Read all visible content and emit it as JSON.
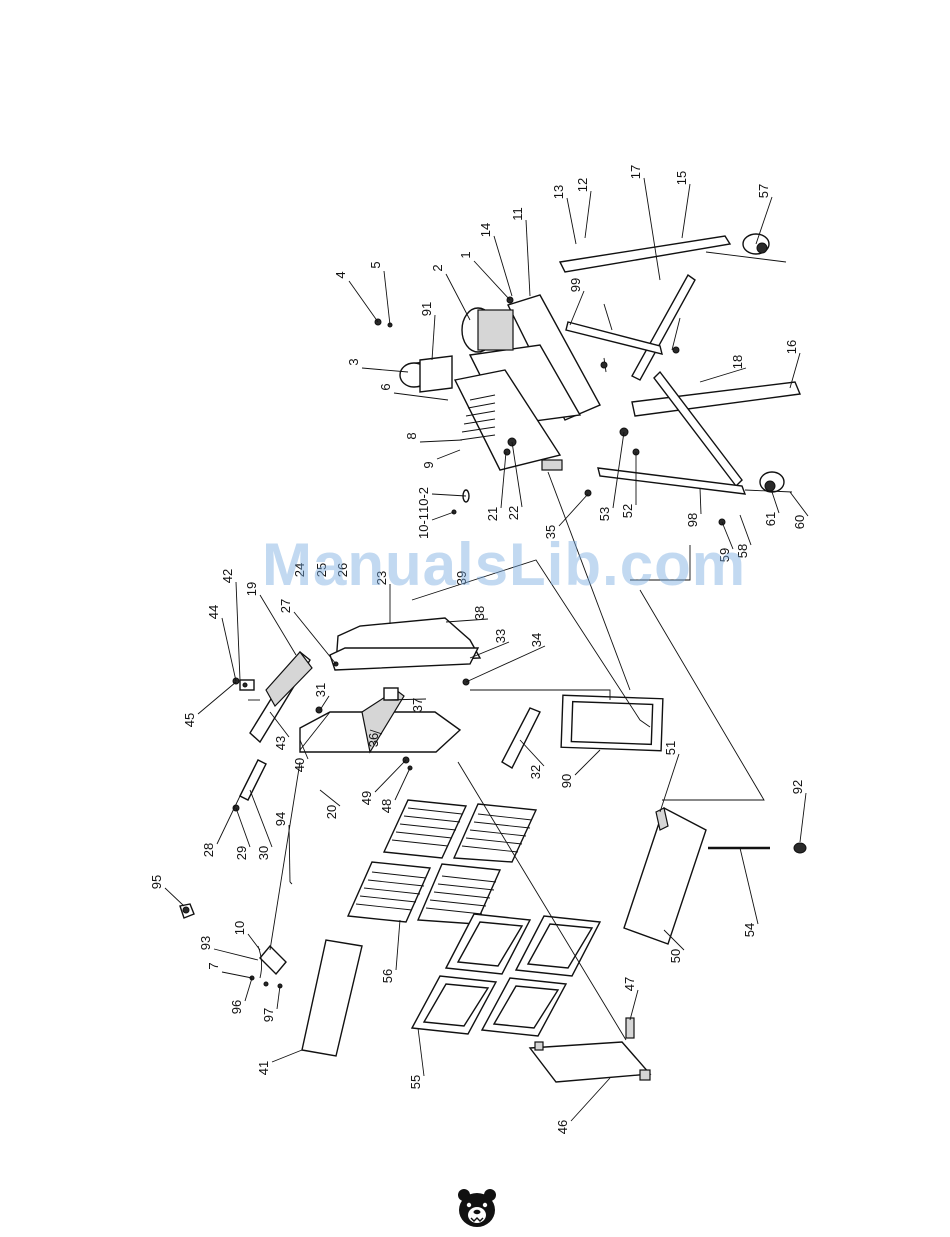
{
  "watermark": "ManualsLib.com",
  "logo": "bear-head-logo",
  "callouts": [
    {
      "id": "c1",
      "text": "1"
    },
    {
      "id": "c2",
      "text": "2"
    },
    {
      "id": "c3",
      "text": "3"
    },
    {
      "id": "c4",
      "text": "4"
    },
    {
      "id": "c5",
      "text": "5"
    },
    {
      "id": "c6",
      "text": "6"
    },
    {
      "id": "c7",
      "text": "7"
    },
    {
      "id": "c8",
      "text": "8"
    },
    {
      "id": "c9",
      "text": "9"
    },
    {
      "id": "c10",
      "text": "10"
    },
    {
      "id": "c10_1",
      "text": "10-1"
    },
    {
      "id": "c10_2",
      "text": "10-2"
    },
    {
      "id": "c11",
      "text": "11"
    },
    {
      "id": "c12",
      "text": "12"
    },
    {
      "id": "c13",
      "text": "13"
    },
    {
      "id": "c14",
      "text": "14"
    },
    {
      "id": "c15",
      "text": "15"
    },
    {
      "id": "c16",
      "text": "16"
    },
    {
      "id": "c17",
      "text": "17"
    },
    {
      "id": "c18",
      "text": "18"
    },
    {
      "id": "c19",
      "text": "19"
    },
    {
      "id": "c20",
      "text": "20"
    },
    {
      "id": "c21",
      "text": "21"
    },
    {
      "id": "c22",
      "text": "22"
    },
    {
      "id": "c23",
      "text": "23"
    },
    {
      "id": "c24",
      "text": "24"
    },
    {
      "id": "c25",
      "text": "25"
    },
    {
      "id": "c26",
      "text": "26"
    },
    {
      "id": "c27",
      "text": "27"
    },
    {
      "id": "c28",
      "text": "28"
    },
    {
      "id": "c29",
      "text": "29"
    },
    {
      "id": "c30",
      "text": "30"
    },
    {
      "id": "c31",
      "text": "31"
    },
    {
      "id": "c32",
      "text": "32"
    },
    {
      "id": "c33",
      "text": "33"
    },
    {
      "id": "c34",
      "text": "34"
    },
    {
      "id": "c35",
      "text": "35"
    },
    {
      "id": "c36",
      "text": "36"
    },
    {
      "id": "c37",
      "text": "37"
    },
    {
      "id": "c38",
      "text": "38"
    },
    {
      "id": "c39",
      "text": "39"
    },
    {
      "id": "c40",
      "text": "40"
    },
    {
      "id": "c41",
      "text": "41"
    },
    {
      "id": "c42",
      "text": "42"
    },
    {
      "id": "c43",
      "text": "43"
    },
    {
      "id": "c44",
      "text": "44"
    },
    {
      "id": "c45",
      "text": "45"
    },
    {
      "id": "c46",
      "text": "46"
    },
    {
      "id": "c47",
      "text": "47"
    },
    {
      "id": "c48",
      "text": "48"
    },
    {
      "id": "c49",
      "text": "49"
    },
    {
      "id": "c50",
      "text": "50"
    },
    {
      "id": "c51",
      "text": "51"
    },
    {
      "id": "c52",
      "text": "52"
    },
    {
      "id": "c53",
      "text": "53"
    },
    {
      "id": "c54",
      "text": "54"
    },
    {
      "id": "c55",
      "text": "55"
    },
    {
      "id": "c56",
      "text": "56"
    },
    {
      "id": "c57",
      "text": "57"
    },
    {
      "id": "c58",
      "text": "58"
    },
    {
      "id": "c59",
      "text": "59"
    },
    {
      "id": "c60",
      "text": "60"
    },
    {
      "id": "c61",
      "text": "61"
    },
    {
      "id": "c90",
      "text": "90"
    },
    {
      "id": "c91",
      "text": "91"
    },
    {
      "id": "c92",
      "text": "92"
    },
    {
      "id": "c93",
      "text": "93"
    },
    {
      "id": "c94",
      "text": "94"
    },
    {
      "id": "c95",
      "text": "95"
    },
    {
      "id": "c96",
      "text": "96"
    },
    {
      "id": "c97",
      "text": "97"
    },
    {
      "id": "c98",
      "text": "98"
    },
    {
      "id": "c99",
      "text": "99"
    }
  ]
}
